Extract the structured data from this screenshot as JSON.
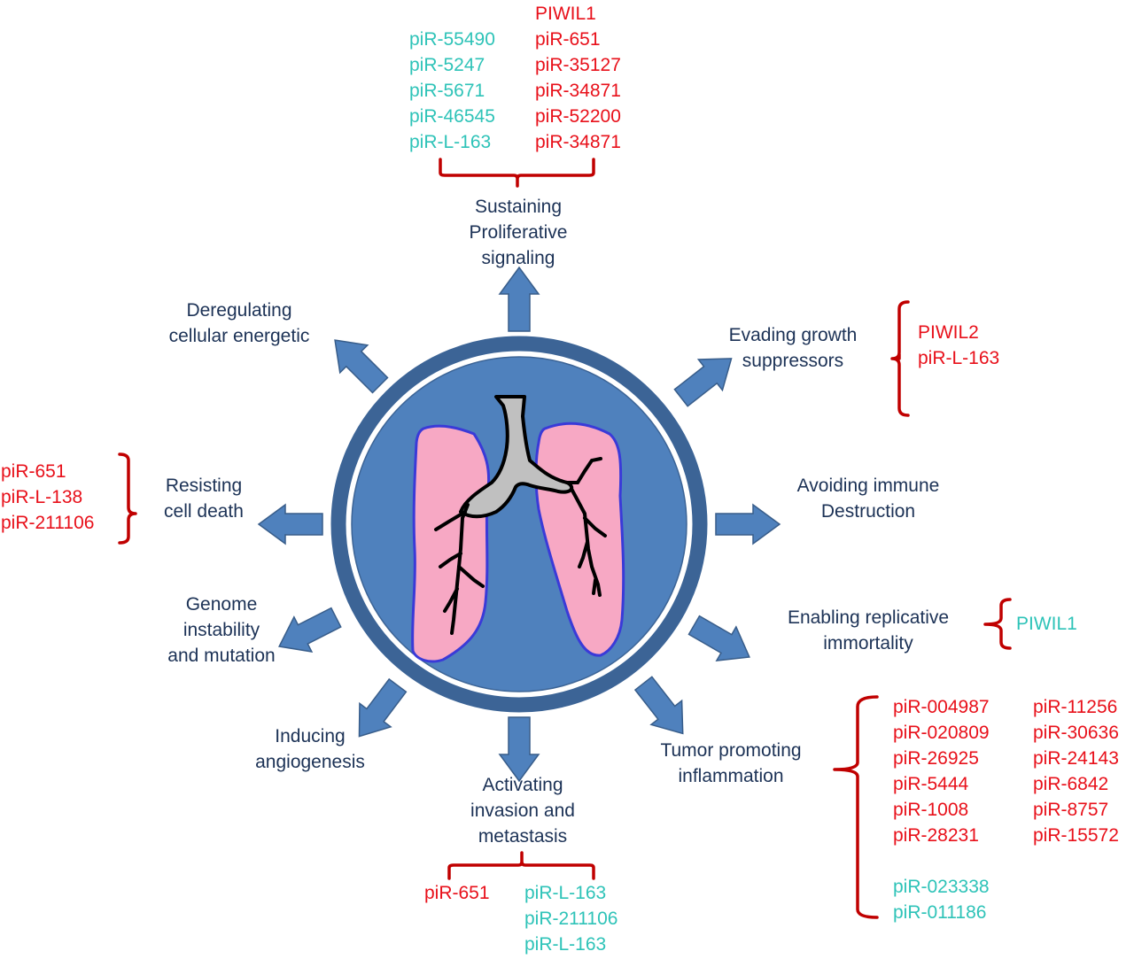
{
  "colors": {
    "label_text": "#1c3256",
    "up_regulated": "#e8101a",
    "down_regulated": "#2ec3b8",
    "bracket": "#c00000",
    "arrow_fill": "#4f81bd",
    "arrow_stroke": "#385d8a",
    "ring": "#3c6496",
    "circle_fill": "#4f81bd",
    "lung_fill": "#f7a8c4",
    "lung_outline": "#3a3ad8",
    "trachea_fill": "#c0c0c0"
  },
  "hallmarks": {
    "sustaining": {
      "lines": [
        "Sustaining",
        "Proliferative",
        "signaling"
      ]
    },
    "evading": {
      "lines": [
        "Evading growth",
        "suppressors"
      ]
    },
    "immune": {
      "lines": [
        "Avoiding immune",
        "Destruction"
      ]
    },
    "immortality": {
      "lines": [
        "Enabling replicative",
        "immortality"
      ]
    },
    "inflammation": {
      "lines": [
        "Tumor promoting",
        "inflammation"
      ]
    },
    "invasion": {
      "lines": [
        "Activating",
        "invasion and",
        "metastasis"
      ]
    },
    "angiogenesis": {
      "lines": [
        "Inducing",
        "angiogenesis"
      ]
    },
    "genome": {
      "lines": [
        "Genome",
        "instability",
        "and mutation"
      ]
    },
    "cell_death": {
      "lines": [
        "Resisting",
        "cell death"
      ]
    },
    "energetic": {
      "lines": [
        "Deregulating",
        "cellular energetic"
      ]
    }
  },
  "molecules": {
    "sustaining": {
      "teal": [
        "piR-55490",
        "piR-5247",
        "piR-5671",
        "piR-46545",
        "piR-L-163"
      ],
      "red": [
        "PIWIL1",
        "piR-651",
        "piR-35127",
        "piR-34871",
        "piR-52200",
        "piR-34871"
      ]
    },
    "evading": {
      "red": [
        "PIWIL2",
        "piR-L-163"
      ]
    },
    "cell_death": {
      "red": [
        "piR-651",
        "piR-L-138",
        "piR-211106"
      ]
    },
    "immortality": {
      "teal": [
        "PIWIL1"
      ]
    },
    "inflammation": {
      "red_col1": [
        "piR-004987",
        "piR-020809",
        "piR-26925",
        "piR-5444",
        "piR-1008",
        "piR-28231"
      ],
      "red_col2": [
        "piR-11256",
        "piR-30636",
        "piR-24143",
        "piR-6842",
        "piR-8757",
        "piR-15572"
      ],
      "teal": [
        "piR-023338",
        "piR-011186"
      ]
    },
    "invasion": {
      "red": [
        "piR-651"
      ],
      "teal": [
        "piR-L-163",
        "piR-211106",
        "piR-L-163"
      ]
    }
  },
  "center": {
    "image": "lungs-illustration"
  }
}
